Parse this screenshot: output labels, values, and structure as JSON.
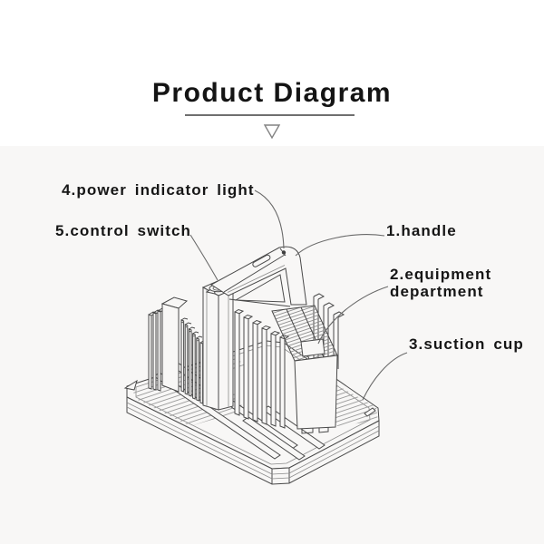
{
  "header": {
    "title": "Product Diagram"
  },
  "divider": {
    "icon": "down-triangle"
  },
  "callouts": {
    "handle": "1.handle",
    "equipment_department": "2.equipment department",
    "suction_cup": "3.suction cup",
    "power_indicator_light": "4.power indicator light",
    "control_switch": "5.control switch"
  },
  "diagram": {
    "type": "isometric line drawing",
    "subject": "suction cup lifter with handle",
    "parts_numbered": [
      "1",
      "2",
      "3",
      "4",
      "5"
    ]
  },
  "colors": {
    "background_top": "#ffffff",
    "background_panel": "#f8f7f6",
    "line_art": "#4a4a4a",
    "hatch": "#9b9b9b",
    "leader_line": "#6a6a6a",
    "text": "#161616",
    "underline": "#6f6f6f"
  }
}
